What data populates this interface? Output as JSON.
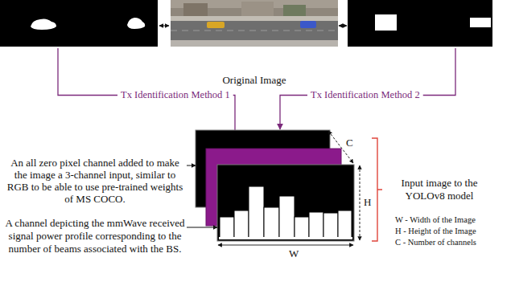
{
  "diagram": {
    "nodes": [
      {
        "text": [
          "Original Image"
        ]
      }
    ],
    "labels": [
      "Tx Identification Method 1",
      "Tx Identification Method 2",
      "An all zero pixel channel added to make the image a 3-channel input, similar to RGB to be able to use pre-trained weights of MS COCO.",
      "A channel depicting the mmWave received signal power profile corresponding to the number of beams associated with the BS.",
      "C",
      "H",
      "W",
      "Input image to the YOLOv8 model",
      "W - Width of the Image",
      "H - Height of the Image",
      "C - Number of channels"
    ]
  }
}
